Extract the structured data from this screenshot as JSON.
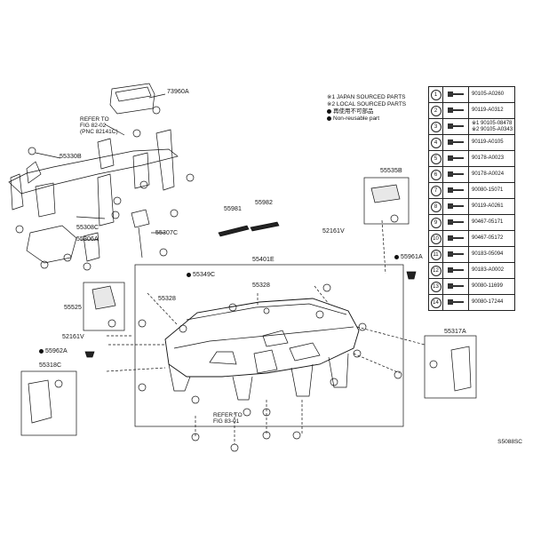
{
  "callouts": {
    "c73960A": "73960A",
    "c55330B": "55330B",
    "c55308C": "55308C",
    "c55306A": "55306A",
    "c55307C": "55307C",
    "c55981": "55981",
    "c55982": "55982",
    "c52161V_top": "52161V",
    "c55401E": "55401E",
    "c55349C": "55349C",
    "c55328": "55328",
    "c55328B": "55328",
    "c55525": "55525",
    "c52161V": "52161V",
    "c55962A": "55962A",
    "c55318C": "55318C",
    "c55961A": "55961A",
    "c55535B": "55535B",
    "c55317A": "55317A"
  },
  "refs": {
    "ref_top_1": "REFER TO",
    "ref_top_2": "FIG 82-02",
    "ref_top_3": "(PNC 82141C)",
    "ref_bot_1": "REFER TO",
    "ref_bot_2": "FIG 83-01"
  },
  "legend": {
    "l1": "※1 JAPAN SOURCED PARTS",
    "l2": "※2 LOCAL SOURCED PARTS",
    "l3": "再使用不可部品",
    "l4": "Non-reusable part"
  },
  "parts_table": [
    {
      "n": "1",
      "pno": "90105-A0260"
    },
    {
      "n": "2",
      "pno": "90119-A0312"
    },
    {
      "n": "3",
      "pno": "※1 90105-08478\n※2 90105-A0343"
    },
    {
      "n": "4",
      "pno": "90119-A0105"
    },
    {
      "n": "5",
      "pno": "90178-A0023"
    },
    {
      "n": "6",
      "pno": "90178-A0024"
    },
    {
      "n": "7",
      "pno": "90080-15071"
    },
    {
      "n": "8",
      "pno": "90119-A0261"
    },
    {
      "n": "9",
      "pno": "90467-05171"
    },
    {
      "n": "10",
      "pno": "90467-05172"
    },
    {
      "n": "11",
      "pno": "90183-05094"
    },
    {
      "n": "12",
      "pno": "90183-A0002"
    },
    {
      "n": "13",
      "pno": "90080-11699"
    },
    {
      "n": "14",
      "pno": "90080-17244"
    }
  ],
  "diagram_id": "S5088SC"
}
